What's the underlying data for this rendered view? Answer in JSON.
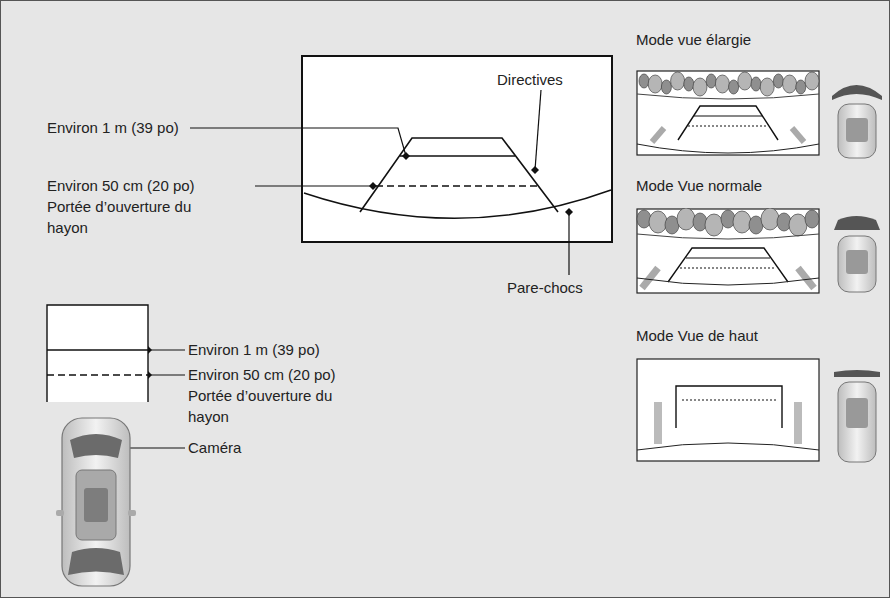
{
  "diagram": {
    "nodes": [
      {
        "text": [
          "Mode vue élargie"
        ]
      },
      {
        "text": [
          "Mode Vue normale"
        ]
      },
      {
        "text": [
          "Mode Vue de haut"
        ]
      }
    ],
    "labels": [
      "Environ 1 m (39 po)",
      "Environ 50 cm (20 po) Portée d’ouverture du hayon",
      "Directives",
      "Pare-chocs",
      "Environ 1 m (39 po)",
      "Environ 50 cm (20 po) Portée d’ouverture du hayon",
      "Caméra"
    ]
  }
}
